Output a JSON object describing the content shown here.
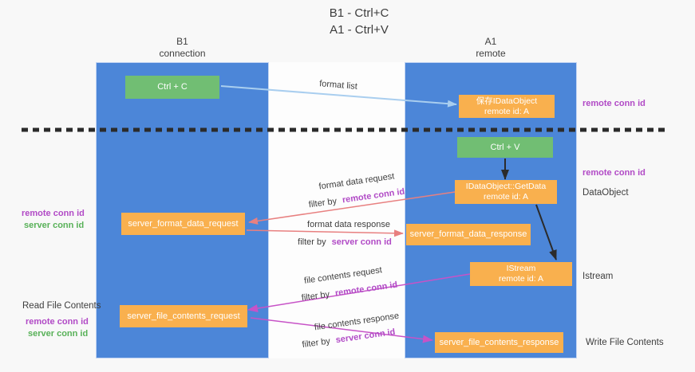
{
  "title": {
    "line1": "B1 - Ctrl+C",
    "line2": "A1 - Ctrl+V"
  },
  "lanes": {
    "b1": {
      "name": "B1",
      "subtitle": "connection"
    },
    "a1": {
      "name": "A1",
      "subtitle": "remote"
    }
  },
  "boxes": {
    "ctrl_c": {
      "label": "Ctrl + C"
    },
    "save_dataobject": {
      "line1": "保存IDataObject",
      "line2": "remote id: A"
    },
    "ctrl_v": {
      "label": "Ctrl + V"
    },
    "getdata": {
      "line1": "IDataObject::GetData",
      "line2": "remote id: A"
    },
    "istream": {
      "line1": "IStream",
      "line2": "remote id: A"
    },
    "server_format_data_request": {
      "label": "server_format_data_request"
    },
    "server_format_data_response": {
      "label": "server_format_data_response"
    },
    "server_file_contents_request": {
      "label": "server_file_contents_request"
    },
    "server_file_contents_response": {
      "label": "server_file_contents_response"
    }
  },
  "flow_labels": {
    "format_list": "format list",
    "format_data_request": "format data request",
    "format_data_response": "format data response",
    "file_contents_request": "file contents request",
    "file_contents_response": "file contents response",
    "filter_by": "filter by",
    "remote_conn_id": "remote conn id",
    "server_conn_id": "server conn id"
  },
  "side_labels": {
    "right_remote_conn_id_top": "remote conn id",
    "right_remote_conn_id_mid": "remote conn id",
    "dataobject": "DataObject",
    "istream": "Istream",
    "write_file_contents": "Write File Contents",
    "read_file_contents": "Read File Contents",
    "left_remote_conn_id_1": "remote conn id",
    "left_server_conn_id_1": "server conn id",
    "left_remote_conn_id_2": "remote conn id",
    "left_server_conn_id_2": "server conn id"
  },
  "colors": {
    "lane_blue": "#4C86D8",
    "box_orange": "#F9B04E",
    "box_green": "#71BE73",
    "arrow_lightblue": "#A9CEEF",
    "arrow_salmon": "#E88080",
    "arrow_magenta": "#C753C7",
    "arrow_black": "#2B2B2B",
    "text_purple": "#B14AC6",
    "text_green": "#58B158"
  }
}
